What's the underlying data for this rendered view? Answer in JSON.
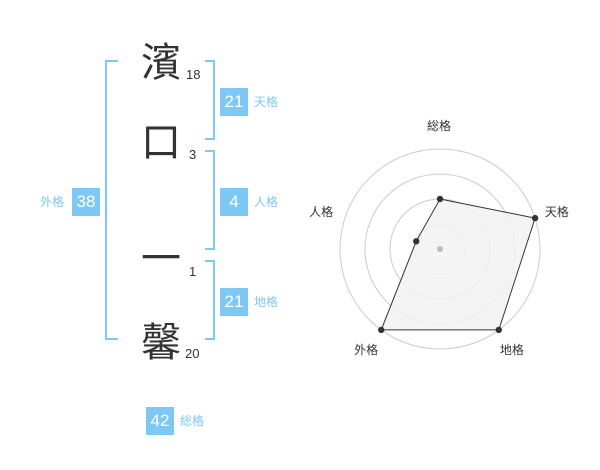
{
  "colors": {
    "accent": "#7ec8f5",
    "text": "#333333",
    "radar_fill": "#f2f2f2",
    "radar_stroke": "#333333",
    "ring": "#cccccc",
    "center_dot": "#bbbbbb"
  },
  "name": {
    "characters": [
      {
        "char": "濱",
        "strokes": "18"
      },
      {
        "char": "口",
        "strokes": "3"
      },
      {
        "char": "一",
        "strokes": "1"
      },
      {
        "char": "馨",
        "strokes": "20"
      }
    ]
  },
  "fortunes": {
    "tenkaku": {
      "value": "21",
      "label": "天格"
    },
    "jinkaku": {
      "value": "4",
      "label": "人格"
    },
    "chikaku": {
      "value": "21",
      "label": "地格"
    },
    "gaikaku": {
      "value": "38",
      "label": "外格"
    },
    "soukaku": {
      "value": "42",
      "label": "総格"
    }
  },
  "chart_data": {
    "type": "radar",
    "axes": [
      "総格",
      "天格",
      "地格",
      "外格",
      "人格"
    ],
    "rings": 4,
    "range": [
      0,
      4
    ],
    "values": [
      2,
      4,
      4,
      4,
      1
    ]
  }
}
